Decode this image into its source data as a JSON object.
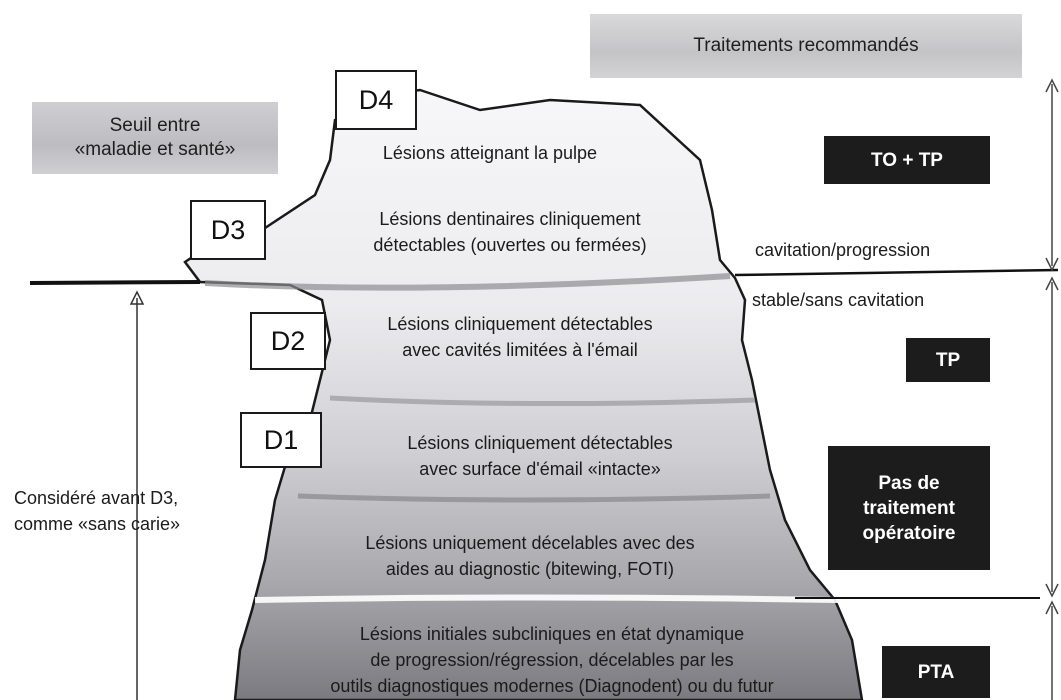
{
  "header": {
    "title": "Traitements recommandés"
  },
  "threshold": {
    "line1": "Seuil entre",
    "line2": "«maladie et santé»"
  },
  "stages": {
    "d4": "D4",
    "d3": "D3",
    "d2": "D2",
    "d1": "D1"
  },
  "layers": [
    {
      "lines": [
        "Lésions atteignant la pulpe"
      ]
    },
    {
      "lines": [
        "Lésions dentinaires cliniquement",
        "détectables (ouvertes ou fermées)"
      ]
    },
    {
      "lines": [
        "Lésions cliniquement détectables",
        "avec cavités limitées à l'émail"
      ]
    },
    {
      "lines": [
        "Lésions cliniquement détectables",
        "avec surface d'émail «intacte»"
      ]
    },
    {
      "lines": [
        "Lésions uniquement décelables avec des",
        "aides au diagnostic (bitewing, FOTI)"
      ]
    },
    {
      "lines": [
        "Lésions initiales subcliniques en état dynamique",
        "de progression/régression, décelables par les",
        "outils diagnostiques modernes (Diagnodent) ou du futur"
      ]
    }
  ],
  "states": {
    "above": "cavitation/progression",
    "below": "stable/sans cavitation"
  },
  "treatments": {
    "to_tp": "TO + TP",
    "tp": "TP",
    "none": [
      "Pas de",
      "traitement",
      "opératoire"
    ],
    "pta": "PTA"
  },
  "left_note": {
    "line1": "Considéré avant D3,",
    "line2": "comme «sans carie»"
  },
  "colors": {
    "iceberg_top": "#f4f4f6",
    "iceberg_bottom": "#7d7d82",
    "treatment_box": "#1c1c1c",
    "header_box": "#c9c9cc"
  }
}
